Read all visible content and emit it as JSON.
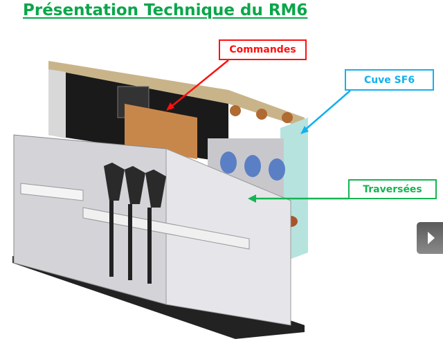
{
  "slide": {
    "title": "Présentation Technique du RM6"
  },
  "callouts": {
    "commandes": "Commandes",
    "cuve_sf6": "Cuve SF6",
    "traversees": "Traversées"
  },
  "colors": {
    "title": "#0aa64a",
    "commandes": "#ff1010",
    "cuve_sf6": "#12b0ee",
    "traversees": "#13b552"
  },
  "navigation": {
    "next_icon": "play-arrow-icon"
  }
}
